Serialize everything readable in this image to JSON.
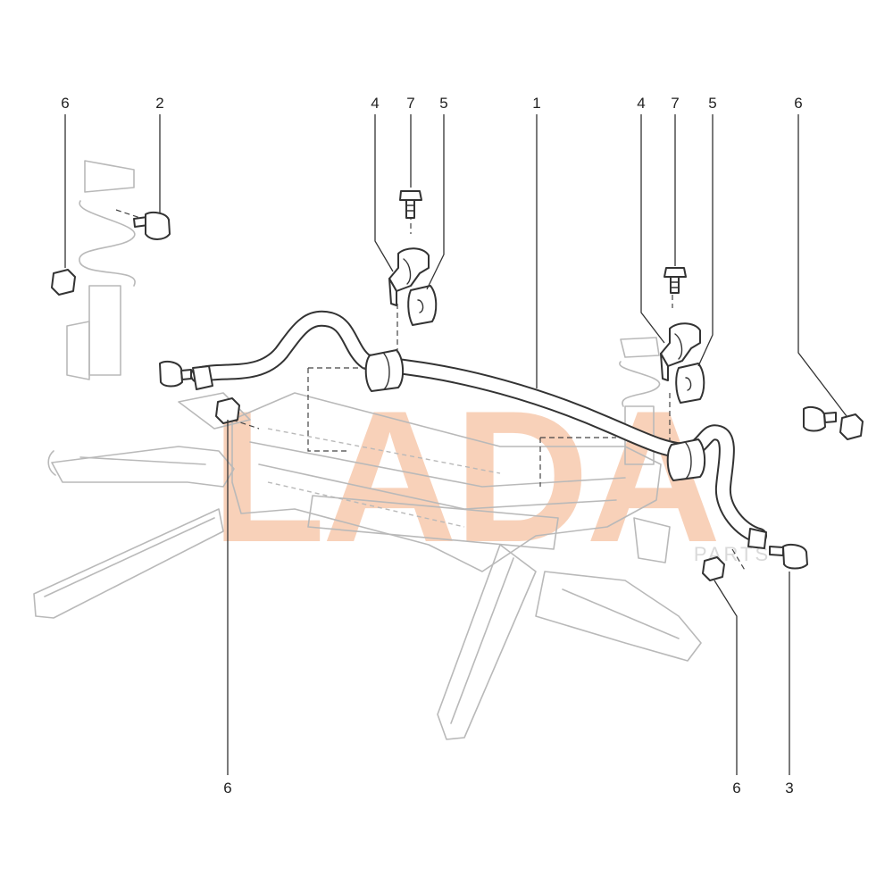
{
  "diagram": {
    "watermark": {
      "text": "LADA",
      "color": "#f7c9ad",
      "sub_text": "PARTS"
    },
    "colors": {
      "line": "#333333",
      "ghost": "#b9b9b9",
      "background": "#ffffff"
    },
    "callouts": [
      {
        "id": "c-6-tl",
        "label": "6"
      },
      {
        "id": "c-2",
        "label": "2"
      },
      {
        "id": "c-4-l",
        "label": "4"
      },
      {
        "id": "c-7-l",
        "label": "7"
      },
      {
        "id": "c-5-l",
        "label": "5"
      },
      {
        "id": "c-1",
        "label": "1"
      },
      {
        "id": "c-4-r",
        "label": "4"
      },
      {
        "id": "c-7-r",
        "label": "7"
      },
      {
        "id": "c-5-r",
        "label": "5"
      },
      {
        "id": "c-6-tr",
        "label": "6"
      },
      {
        "id": "c-6-bl",
        "label": "6"
      },
      {
        "id": "c-6-br",
        "label": "6"
      },
      {
        "id": "c-3",
        "label": "3"
      }
    ]
  }
}
